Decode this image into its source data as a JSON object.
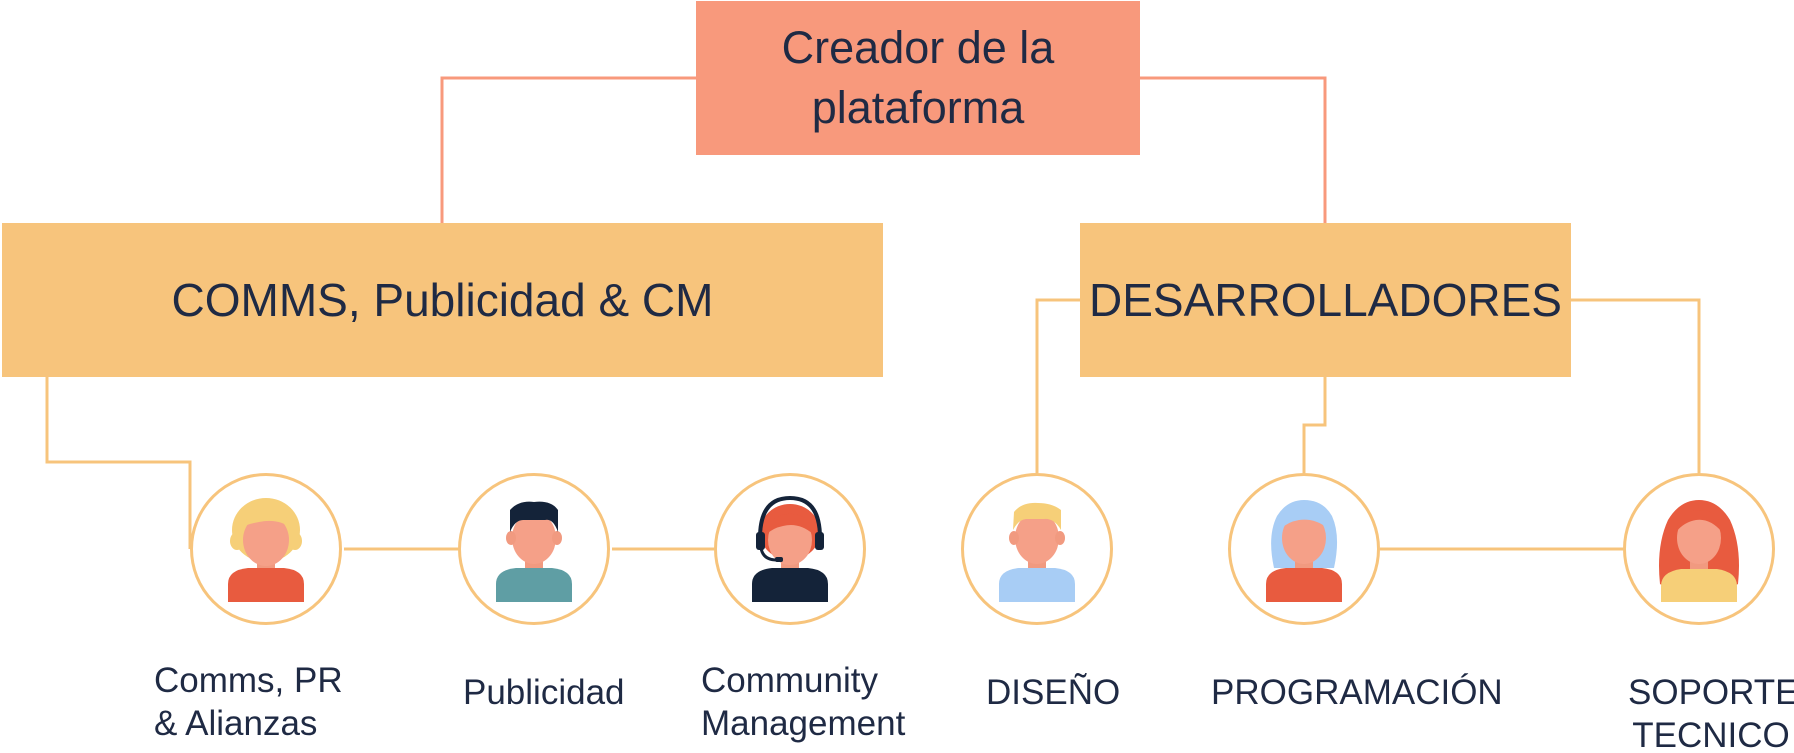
{
  "diagram": {
    "top_node": {
      "label": "Creador de la plataforma"
    },
    "level2": [
      {
        "id": "comms",
        "label": "COMMS, Publicidad & CM"
      },
      {
        "id": "dev",
        "label": "DESARROLLADORES"
      }
    ],
    "roles": [
      {
        "label": "Comms, PR\n& Alianzas",
        "icon": "woman-blonde-avatar-icon"
      },
      {
        "label": "Publicidad",
        "icon": "man-dark-hair-avatar-icon"
      },
      {
        "label": "Community\nManagement",
        "icon": "woman-headset-avatar-icon"
      },
      {
        "label": "DISEÑO",
        "icon": "man-blonde-avatar-icon"
      },
      {
        "label": "PROGRAMACIÓN",
        "icon": "woman-blue-hair-avatar-icon"
      },
      {
        "label": "SOPORTE\nTECNICO",
        "icon": "woman-red-hair-avatar-icon"
      }
    ]
  },
  "colors": {
    "top_fill": "#f8997c",
    "level2_fill": "#f7c47c",
    "top_connector": "#f8997c",
    "level2_connector": "#f7c47c",
    "text": "#1f2a44"
  }
}
